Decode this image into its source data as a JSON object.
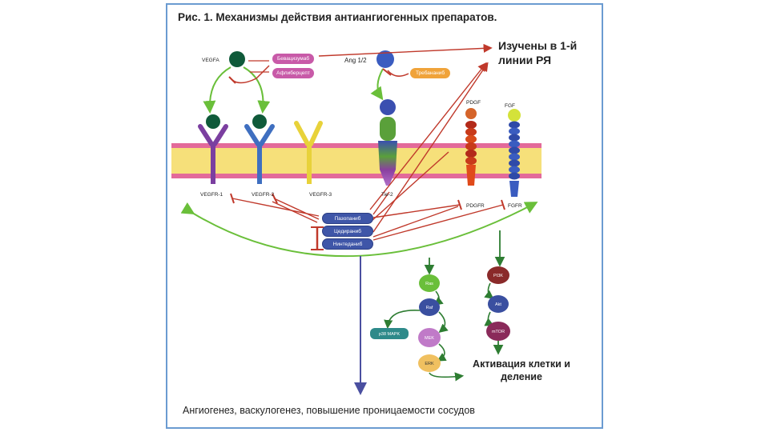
{
  "title": "Рис. 1. Механизмы действия антиангиогенных препаратов.",
  "note_studied": "Изучены в 1-й линии РЯ",
  "note_activation": "Активация клетки и деление",
  "bottom_text": "Ангиогенез, васкулогенез, повышение проницаемости сосудов",
  "ligands": {
    "vegfa": "VEGFA",
    "ang": "Ang 1/2",
    "pdgf": "PDGF",
    "fgf": "FGF"
  },
  "ligand_drugs": {
    "bevacizumab": "Бевацизумаб",
    "aflibercept": "Афлиберцепт",
    "trebananib": "Требананиб"
  },
  "receptors": {
    "vegfr1": "VEGFR-1",
    "vegfr2": "VEGFR-2",
    "vegfr3": "VEGFR-3",
    "tie2": "Tie-2",
    "pdgfr": "PDGFR",
    "fgfr": "FGFR"
  },
  "tki_drugs": [
    "Пазопаниб",
    "Цедираниб",
    "Нинтеданиб"
  ],
  "pathway_left": [
    "Ras",
    "Raf",
    "MEK",
    "ERK"
  ],
  "pathway_p38": "p38 MAPK",
  "pathway_right": [
    "PI3K",
    "Akt",
    "mTOR"
  ],
  "colors": {
    "frame": "#6b9bd1",
    "inhibition": "#c0392b",
    "activation": "#6abf3a",
    "pathway_arrow": "#2e7d32",
    "down_arrow": "#4a4fa0",
    "vegfr1": "#7b3fa0",
    "vegfr2": "#3f6fc0",
    "vegfr3": "#e8d23a",
    "drug_pill": "#3f56a8",
    "bevacizumab_pill": "#c85aa8",
    "trebananib_pill": "#f0a33a"
  }
}
